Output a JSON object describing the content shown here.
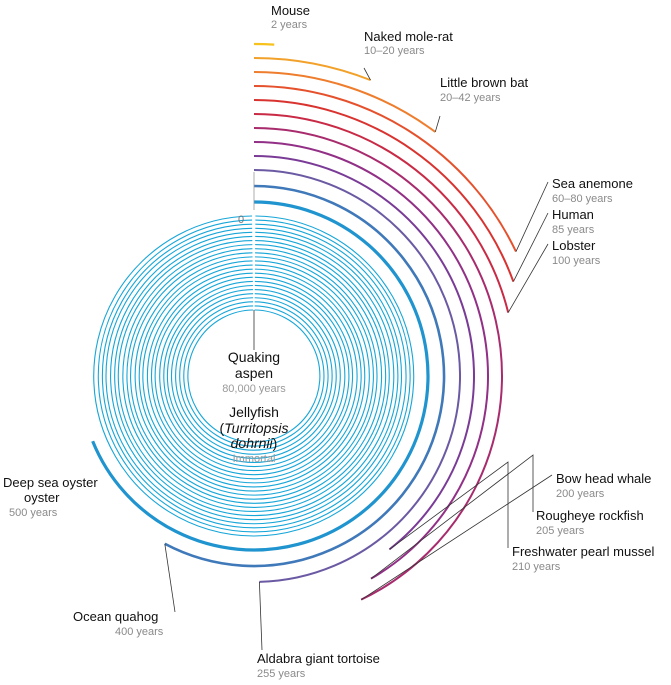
{
  "zero_label": "0",
  "colors": {
    "spiral": "#16a6d8",
    "leader": "#333333",
    "name_text": "#111111",
    "years_text": "#8a8a8a"
  },
  "organisms": [
    {
      "name": "Mouse",
      "years": "2 years",
      "color": "#f7c21d"
    },
    {
      "name": "Naked mole-rat",
      "years": "10–20 years",
      "color": "#f2a12a"
    },
    {
      "name": "Little brown bat",
      "years": "20–42 years",
      "color": "#ee7d2d"
    },
    {
      "name": "Sea anemone",
      "years": "60–80 years",
      "color": "#e5512c"
    },
    {
      "name": "Human",
      "years": "85 years",
      "color": "#d93330"
    },
    {
      "name": "Lobster",
      "years": "100 years",
      "color": "#c92a45"
    },
    {
      "name": "Bow head whale",
      "years": "200 years",
      "color": "#a82b6d"
    },
    {
      "name": "Rougheye rockfish",
      "years": "205 years",
      "color": "#922f86"
    },
    {
      "name": "Freshwater pearl mussel",
      "years": "210 years",
      "color": "#7a3b97"
    },
    {
      "name": "Aldabra giant tortoise",
      "years": "255 years",
      "color": "#6b5aa3"
    },
    {
      "name": "Ocean quahog",
      "years": "400 years",
      "color": "#3f79b9"
    },
    {
      "name": "Deep sea oyster",
      "years": "500 years",
      "color": "#1f94cf"
    }
  ],
  "center": {
    "aspen_name_1": "Quaking",
    "aspen_name_2": "aspen",
    "aspen_years": "80,000 years",
    "jelly_name_1": "Jellyfish",
    "jelly_name_2a": "(",
    "jelly_name_2b": "Turritopsis",
    "jelly_name_3a": "dohrnii",
    "jelly_name_3b": ")",
    "jelly_years": "Immortal"
  }
}
